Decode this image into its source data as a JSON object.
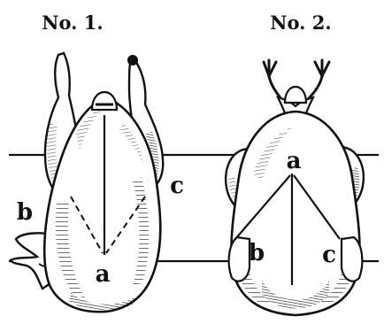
{
  "figure_one": {
    "title": "No. 1.",
    "labels": {
      "a": "a",
      "b": "b",
      "c": "c"
    }
  },
  "figure_two": {
    "title": "No. 2.",
    "labels": {
      "a": "a",
      "b": "b",
      "c": "c"
    }
  }
}
